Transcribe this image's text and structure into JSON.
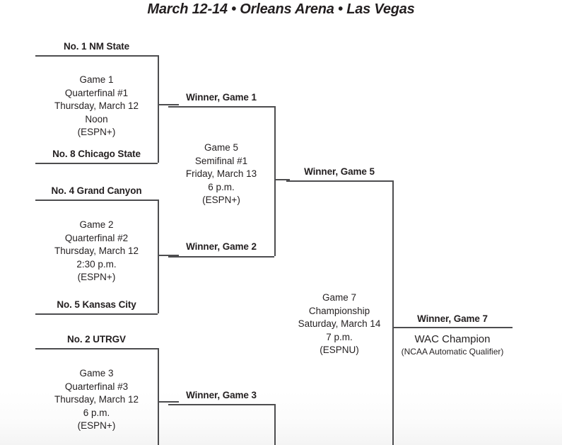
{
  "header": {
    "title": "March 12-14 • Orleans Arena • Las Vegas"
  },
  "bracket": {
    "quarterfinals": [
      {
        "top_seed": "No. 1 NM State",
        "bottom_seed": "No. 8 Chicago State",
        "game": "Game 1",
        "round": "Quarterfinal #1",
        "date": "Thursday, March 12",
        "time": "Noon",
        "network": "(ESPN+)"
      },
      {
        "top_seed": "No. 4 Grand Canyon",
        "bottom_seed": "No. 5 Kansas City",
        "game": "Game 2",
        "round": "Quarterfinal #2",
        "date": "Thursday, March 12",
        "time": "2:30 p.m.",
        "network": "(ESPN+)"
      },
      {
        "top_seed": "No. 2 UTRGV",
        "bottom_seed": "",
        "game": "Game 3",
        "round": "Quarterfinal #3",
        "date": "Thursday, March 12",
        "time": "6 p.m.",
        "network": "(ESPN+)"
      }
    ],
    "semifinals": [
      {
        "top_slot": "Winner, Game 1",
        "bottom_slot": "Winner, Game 2",
        "game": "Game 5",
        "round": "Semifinal #1",
        "date": "Friday, March 13",
        "time": "6 p.m.",
        "network": "(ESPN+)"
      },
      {
        "top_slot": "Winner, Game 3",
        "bottom_slot": "",
        "game": "",
        "round": "",
        "date": "",
        "time": "",
        "network": ""
      }
    ],
    "championship": {
      "top_slot": "Winner, Game 5",
      "game": "Game 7",
      "round": "Championship",
      "date": "Saturday, March 14",
      "time": "7 p.m.",
      "network": "(ESPNU)"
    },
    "champion": {
      "slot": "Winner, Game 7",
      "title": "WAC Champion",
      "subtitle": "(NCAA Automatic Qualifier)"
    }
  },
  "colors": {
    "line": "#4d4d4f",
    "text": "#231f20",
    "background": "#ffffff"
  }
}
